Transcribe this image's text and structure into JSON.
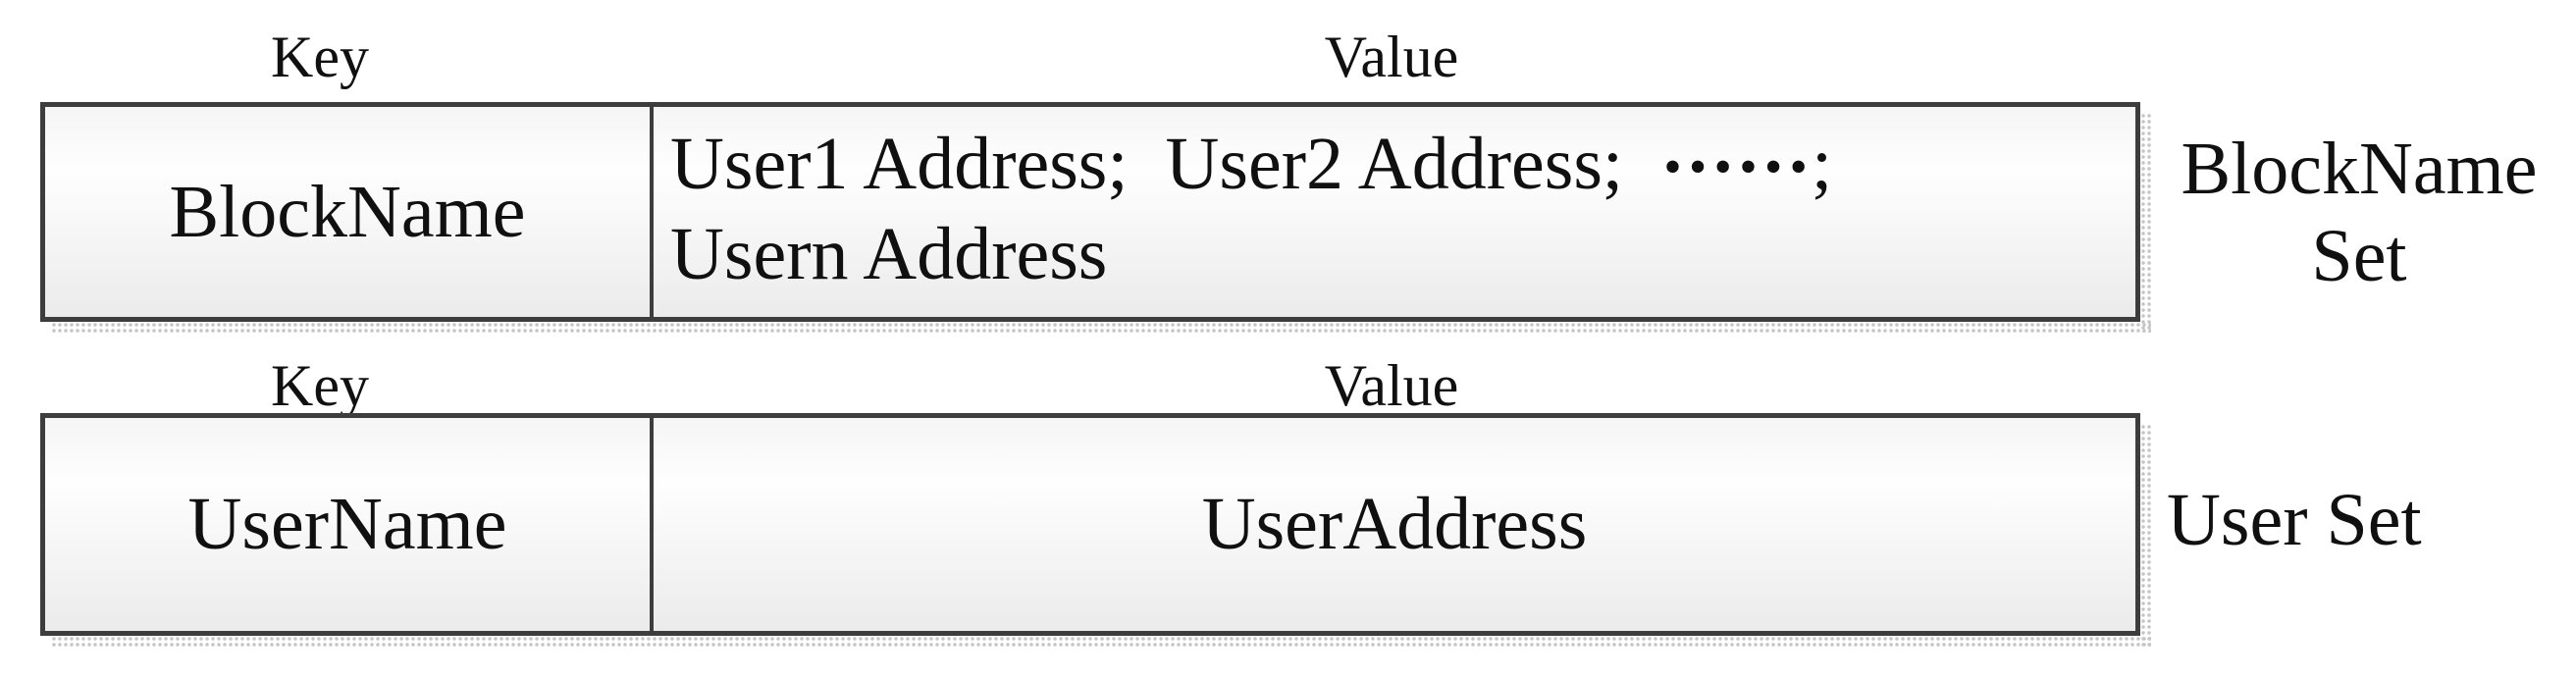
{
  "theme": {
    "background": "#ffffff",
    "text_color": "#101010",
    "border_color": "#3d3d3d",
    "cell_gradient_top": "#f5f5f5",
    "cell_gradient_mid": "#fefefe",
    "cell_gradient_bottom": "#ebebeb",
    "shadow_dot_color": "#c6c6c6"
  },
  "tables": [
    {
      "key_header": "Key",
      "value_header": "Value",
      "key": "BlockName",
      "value_line1_before_dots": "User1 Address;  User2 Address;  ",
      "value_dots": "……",
      "value_line1_after_dots": ";",
      "value_line2": "Usern Address",
      "set_label_line1": "BlockName",
      "set_label_line2": "Set"
    },
    {
      "key_header": "Key",
      "value_header": "Value",
      "key": "UserName",
      "value": "UserAddress",
      "set_label_line1": "User Set"
    }
  ]
}
